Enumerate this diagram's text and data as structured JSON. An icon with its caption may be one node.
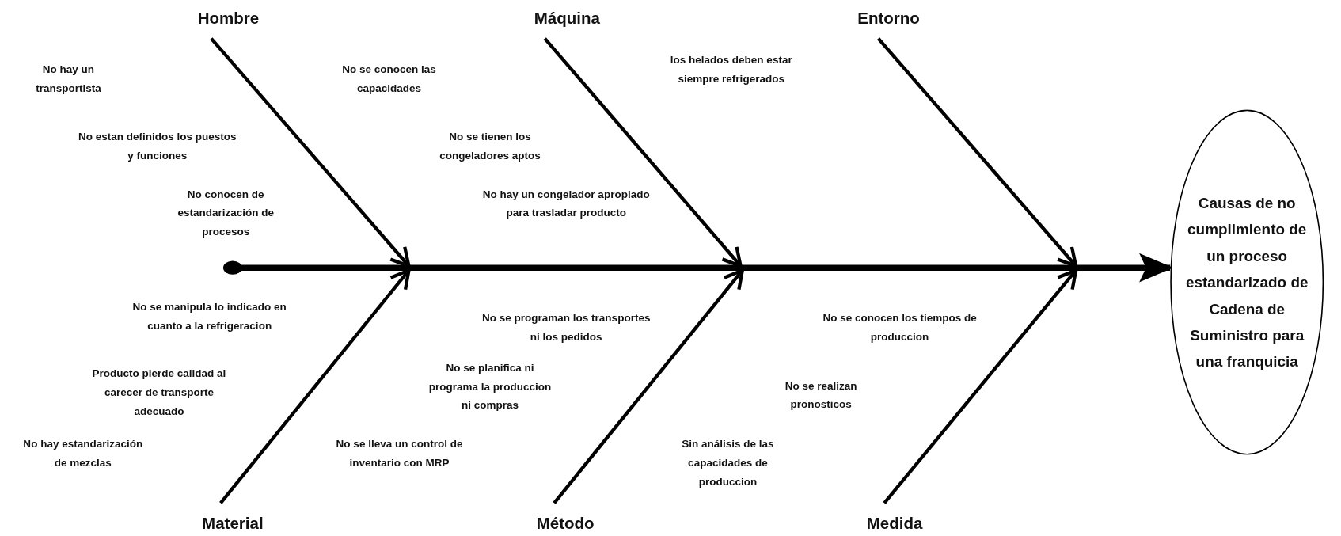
{
  "diagram": {
    "nodes": [
      {
        "text": [
          "Hombre"
        ]
      },
      {
        "text": [
          "Máquina"
        ]
      },
      {
        "text": [
          "Entorno"
        ]
      },
      {
        "text": [
          "Material"
        ]
      },
      {
        "text": [
          "Método"
        ]
      },
      {
        "text": [
          "Medida"
        ]
      },
      {
        "text": [],
        "shape": "circle"
      },
      {
        "text": [
          "Causas de no cumplimiento de un proceso estandarizado de Cadena de Suministro para una franquicia"
        ]
      }
    ],
    "edges": [
      {
        "from": 6,
        "to": 7,
        "arrow": "to"
      },
      {
        "from": 0,
        "to": null,
        "arrow": "to"
      },
      {
        "from": 1,
        "to": null,
        "arrow": "to"
      },
      {
        "from": 2,
        "to": null,
        "arrow": "to"
      },
      {
        "from": 3,
        "to": null,
        "arrow": "to"
      },
      {
        "from": 4,
        "to": null,
        "arrow": "to"
      },
      {
        "from": 5,
        "to": null,
        "arrow": "to"
      }
    ],
    "labels": [
      "No hay un transportista",
      "No estan definidos los puestos y funciones",
      "No conocen de estandarización de procesos",
      "No se conocen las capacidades",
      "No se tienen los congeladores aptos",
      "No hay un congelador apropiado para trasladar producto",
      "los helados deben estar siempre refrigerados",
      "No se manipula lo indicado en cuanto a la refrigeracion",
      "Producto pierde calidad al carecer de transporte adecuado",
      "No hay estandarización de mezclas",
      "No se programan los transportes ni los pedidos",
      "No se planifica ni programa la produccion ni compras",
      "No se lleva un control de inventario con MRP",
      "No se conocen los tiempos de produccion",
      "No se realizan pronosticos",
      "Sin análisis de las capacidades de produccion"
    ]
  }
}
